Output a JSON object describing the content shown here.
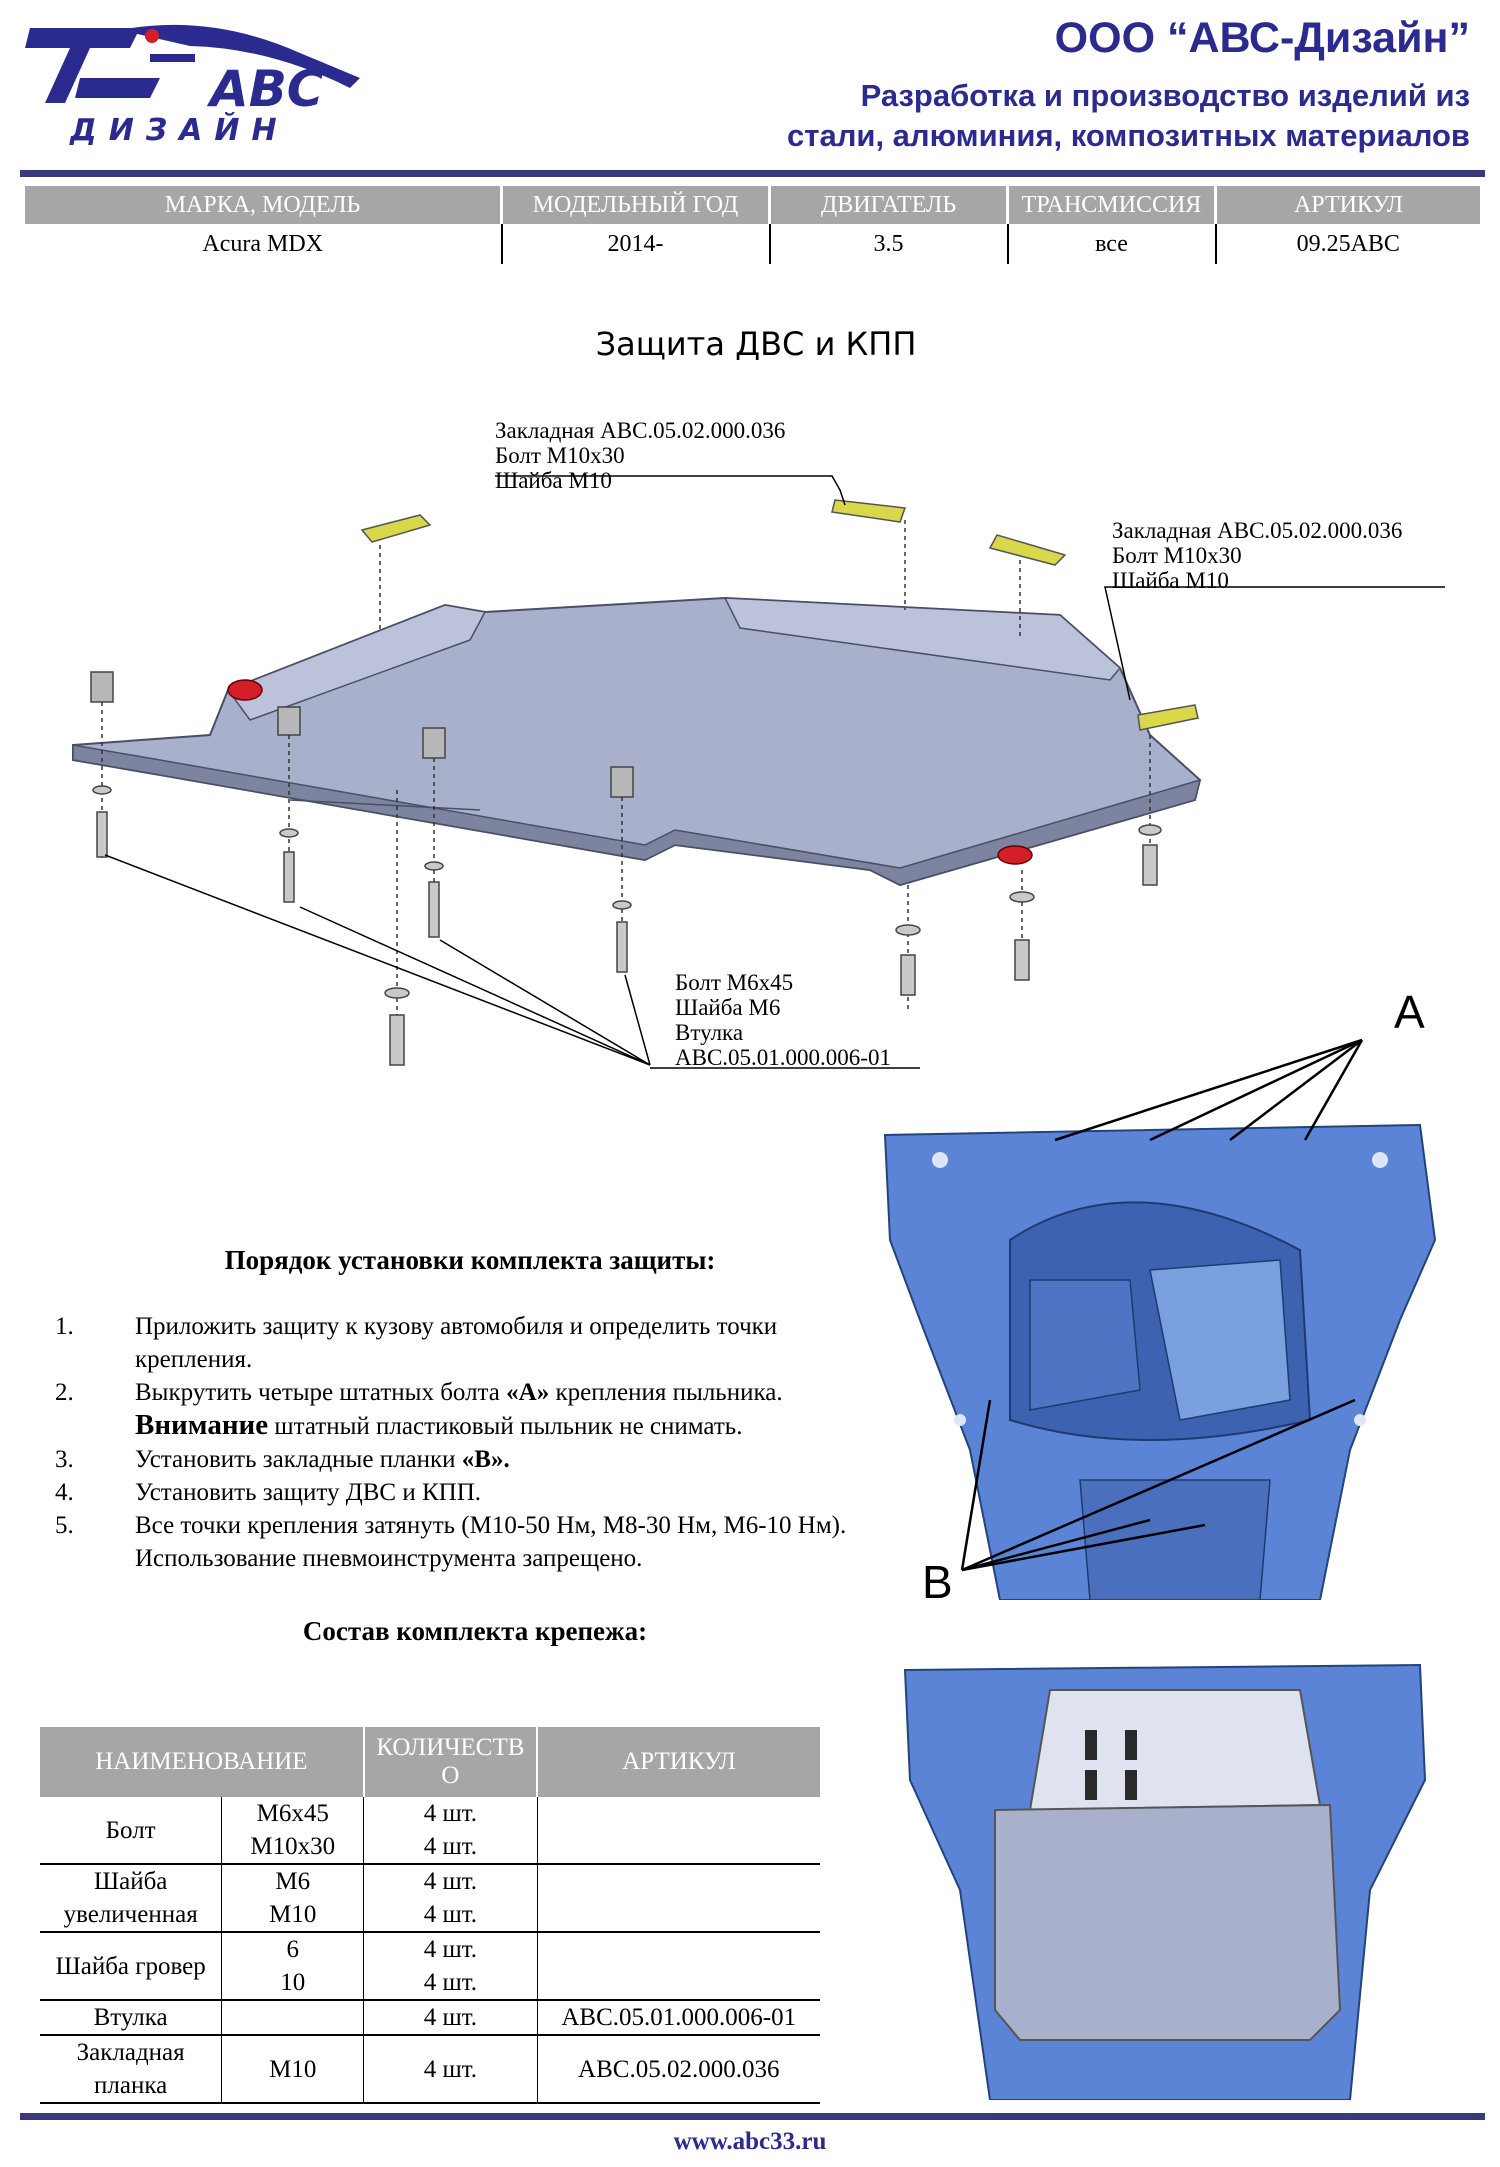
{
  "header": {
    "logo_text_main": "АВС",
    "logo_text_sub": "ДИЗАЙН",
    "company": "ООО “АВС-Дизайн”",
    "tagline_line1": "Разработка и производство изделий из",
    "tagline_line2": "стали, алюминия, композитных материалов"
  },
  "info_table": {
    "headers": [
      "МАРКА, МОДЕЛЬ",
      "МОДЕЛЬНЫЙ ГОД",
      "ДВИГАТЕЛЬ",
      "ТРАНСМИССИЯ",
      "АРТИКУЛ"
    ],
    "row": [
      "Acura MDX",
      "2014-",
      "3.5",
      "все",
      "09.25АВС"
    ]
  },
  "section_title": "Защита ДВС и КПП",
  "callouts": {
    "top_left": [
      "Закладная АВС.05.02.000.036",
      "Болт М10х30",
      "Шайба М10"
    ],
    "top_right": [
      "Закладная АВС.05.02.000.036",
      "Болт М10х30",
      "Шайба М10"
    ],
    "bottom": [
      "Болт М6х45",
      "Шайба М6",
      "Втулка",
      "АВС.05.01.000.006-01"
    ]
  },
  "photo_labels": {
    "a": "A",
    "b": "B"
  },
  "instructions": {
    "title": "Порядок установки комплекта защиты:",
    "steps": [
      {
        "num": "1.",
        "text": "Приложить защиту к кузову автомобиля и определить точки крепления."
      },
      {
        "num": "2.",
        "text_before": "Выкрутить четыре штатных болта ",
        "bold": "«А»",
        "text_after": " крепления пыльника.",
        "warn": "Внимание",
        "warn_text": " штатный пластиковый пыльник не снимать."
      },
      {
        "num": "3.",
        "text_before": "Установить закладные планки ",
        "bold": "«В»."
      },
      {
        "num": "4.",
        "text": "Установить защиту ДВС и КПП."
      },
      {
        "num": "5.",
        "text": "Все точки крепления затянуть (М10-50 Нм, М8-30 Нм, М6-10 Нм). Использование пневмоинструмента запрещено."
      }
    ]
  },
  "kit": {
    "title": "Состав комплекта крепежа:",
    "headers": [
      "НАИМЕНОВАНИЕ",
      "КОЛИЧЕСТВ О",
      "АРТИКУЛ"
    ],
    "rows": [
      {
        "name": "Болт",
        "size": "М6х45\nМ10х30",
        "qty": "4 шт.\n4 шт.",
        "art": ""
      },
      {
        "name": "Шайба увеличенная",
        "size": "М6\nМ10",
        "qty": "4 шт.\n4 шт.",
        "art": ""
      },
      {
        "name": "Шайба гровер",
        "size": "6\n10",
        "qty": "4 шт.\n4 шт.",
        "art": ""
      },
      {
        "name": "Втулка",
        "size": "",
        "qty": "4 шт.",
        "art": "АВС.05.01.000.006-01"
      },
      {
        "name": "Закладная планка",
        "size": "М10",
        "qty": "4 шт.",
        "art": "АВС.05.02.000.036"
      }
    ]
  },
  "footer": {
    "website": "www.abc33.ru"
  },
  "colors": {
    "brand": "#2b2b8f",
    "header_gray": "#a6a6a6",
    "underbody_blue": "#5b84d6",
    "plate": "#a9b0cc",
    "spacer_yellow": "#d8d84a",
    "plug_red": "#d21f2a"
  }
}
